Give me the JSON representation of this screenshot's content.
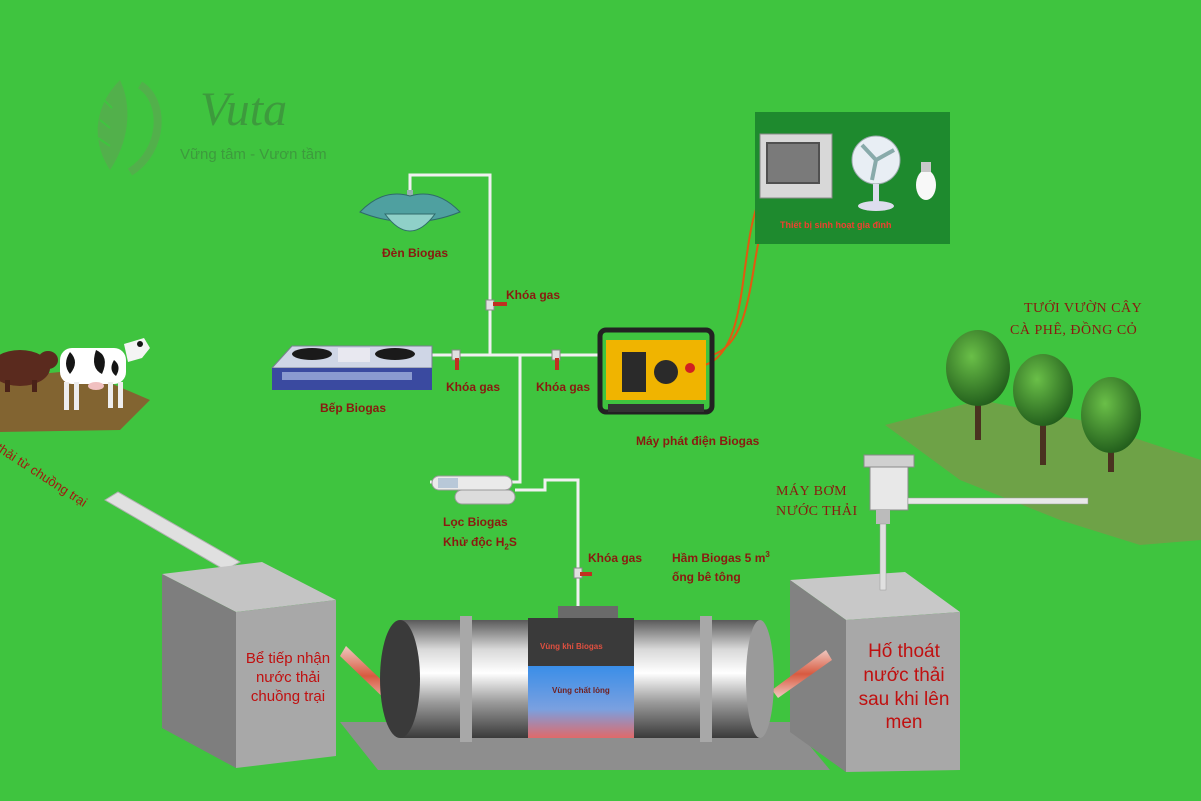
{
  "logo": {
    "name": "Vuta",
    "slogan": "Vững tâm - Vươn tầm"
  },
  "labels": {
    "lamp": "Đèn Biogas",
    "valve_top": "Khóa gas",
    "valve_left": "Khóa gas",
    "valve_right": "Khóa gas",
    "valve_tank": "Khóa gas",
    "stove": "Bếp Biogas",
    "generator": "Máy phát điện Biogas",
    "filter_line1": "Lọc Biogas",
    "filter_line2_prefix": "Khử độc H",
    "filter_line2_sub": "2",
    "filter_line2_suffix": "S",
    "tank_line1_prefix": "Hầm Biogas 5 m",
    "tank_line1_sup": "3",
    "tank_line2": "ống bê tông",
    "pump_line1": "MÁY BƠM",
    "pump_line2": "NƯỚC THẢI",
    "irrigation_line1": "TƯỚI VƯỜN CÂY",
    "irrigation_line2": "CÀ PHÊ, ĐỒNG CỎ",
    "manure": "thải từ chuồng trại",
    "inlet_tank": "Bể tiếp nhận nước thải chuồng trại",
    "outlet_tank": "Hố thoát nước thải sau khi lên men",
    "appliances_caption": "Thiết bị sinh hoạt gia đình",
    "tank_gas_zone": "Vùng khí Biogas",
    "tank_liquid_zone": "Vùng chất lỏng"
  },
  "colors": {
    "background": "#3fc43f",
    "label_red": "#8a1a10",
    "tank_label_red": "#c01010",
    "pipe_white": "#f0f0f0",
    "wire_orange": "#e05a10",
    "appliance_panel": "#1e8a2e",
    "generator_yellow": "#f0b400",
    "concrete_gray": "#8e8e8e"
  },
  "icons": [
    "logo-leaf-icon",
    "biogas-lamp-icon",
    "gas-valve-icon",
    "stove-icon",
    "generator-icon",
    "gas-filter-icon",
    "tv-icon",
    "fan-icon",
    "light-bulb-icon",
    "water-pump-icon",
    "tree-icon",
    "cow-icon",
    "pig-icon"
  ]
}
